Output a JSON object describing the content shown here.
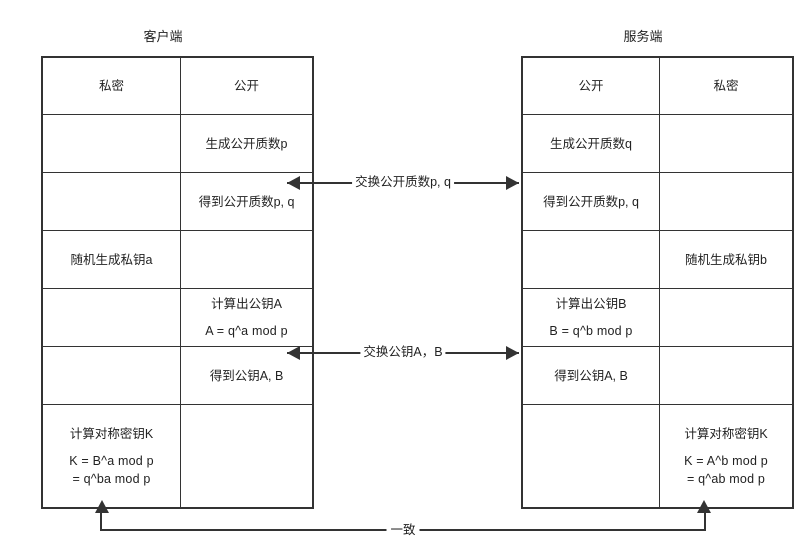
{
  "diagram": {
    "client": {
      "title": "客户端",
      "columns": [
        "私密",
        "公开"
      ],
      "rows": [
        {
          "private": [],
          "public": []
        },
        {
          "private": [],
          "public": [
            "生成公开质数p"
          ]
        },
        {
          "private": [],
          "public": [
            "得到公开质数p, q"
          ]
        },
        {
          "private": [
            "随机生成私钥a"
          ],
          "public": []
        },
        {
          "private": [],
          "public": [
            "计算出公钥A",
            "A = q^a mod p"
          ]
        },
        {
          "private": [],
          "public": [
            "得到公钥A, B"
          ]
        },
        {
          "private": [
            "计算对称密钥K",
            "K = B^a mod p",
            "= q^ba mod p"
          ],
          "public": []
        }
      ]
    },
    "server": {
      "title": "服务端",
      "columns": [
        "公开",
        "私密"
      ],
      "rows": [
        {
          "public": [],
          "private": []
        },
        {
          "public": [
            "生成公开质数q"
          ],
          "private": []
        },
        {
          "public": [
            "得到公开质数p, q"
          ],
          "private": []
        },
        {
          "public": [],
          "private": [
            "随机生成私钥b"
          ]
        },
        {
          "public": [
            "计算出公钥B",
            "B = q^b mod p"
          ],
          "private": []
        },
        {
          "public": [
            "得到公钥A, B"
          ],
          "private": []
        },
        {
          "public": [],
          "private": [
            "计算对称密钥K",
            "K = A^b mod p",
            "= q^ab mod p"
          ]
        }
      ]
    },
    "arrows": {
      "exchange_primes": "交换公开质数p, q",
      "exchange_publickeys": "交换公钥A，B",
      "result": "一致"
    },
    "colors": {
      "line": "#333333",
      "text": "#222222",
      "background": "#ffffff"
    }
  }
}
